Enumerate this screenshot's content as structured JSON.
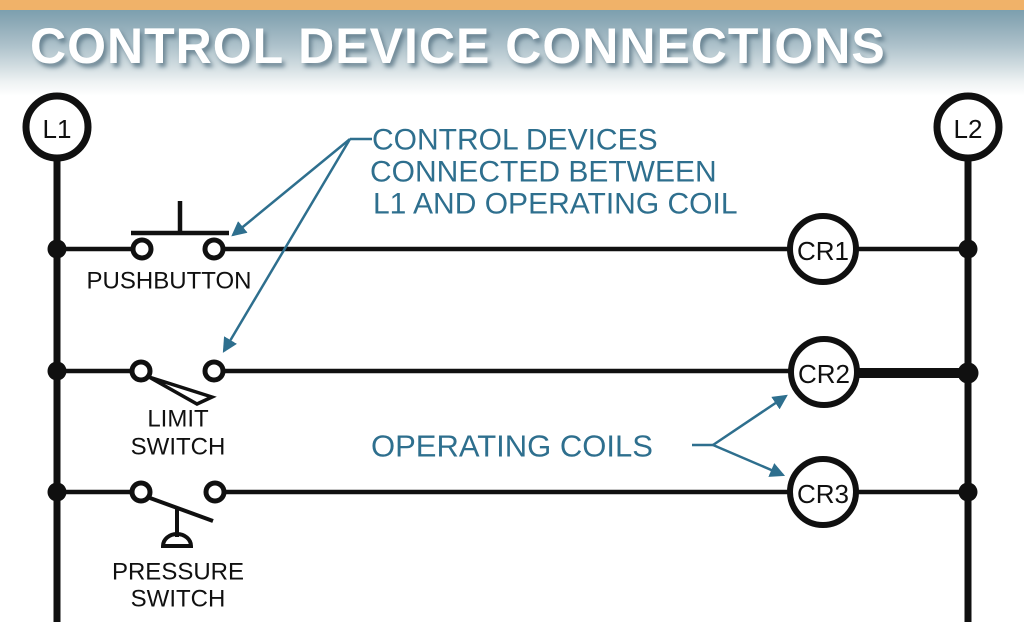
{
  "header": {
    "title": "CONTROL DEVICE CONNECTIONS"
  },
  "colors": {
    "accent_orange": "#f0b269",
    "annotation_teal": "#2e6f8e",
    "wire_black": "#101010",
    "header_gradient_top": "#6f97a8",
    "header_gradient_bottom": "#ffffff"
  },
  "diagram": {
    "rails": {
      "left_terminal": "L1",
      "right_terminal": "L2"
    },
    "devices": {
      "pushbutton": {
        "label": "PUSHBUTTON"
      },
      "limit_switch": {
        "label_line1": "LIMIT",
        "label_line2": "SWITCH"
      },
      "pressure_switch": {
        "label_line1": "PRESSURE",
        "label_line2": "SWITCH"
      }
    },
    "coils": {
      "cr1": "CR1",
      "cr2": "CR2",
      "cr3": "CR3"
    },
    "annotations": {
      "control_devices": {
        "line1": "CONTROL DEVICES",
        "line2": "CONNECTED BETWEEN",
        "line3": "L1 AND OPERATING COIL"
      },
      "operating_coils": {
        "label": "OPERATING COILS"
      }
    }
  }
}
